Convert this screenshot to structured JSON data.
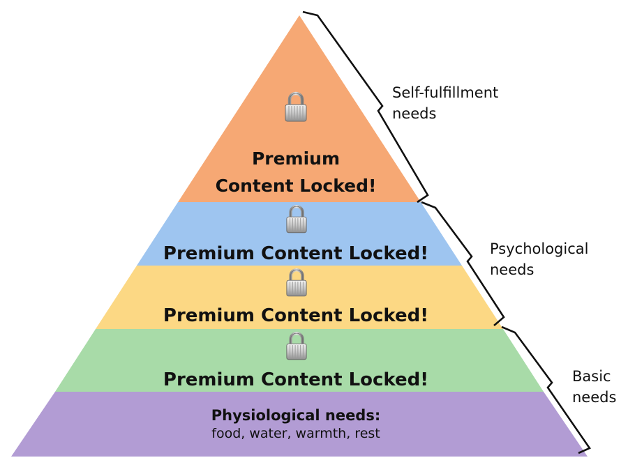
{
  "pyramid": {
    "levels": [
      {
        "id": "self-fulfillment",
        "color": "#F6A874",
        "text_line1": "Premium",
        "text_line2": "Content Locked!"
      },
      {
        "id": "esteem",
        "color": "#9EC5F0",
        "text": "Premium Content Locked!"
      },
      {
        "id": "belongingness",
        "color": "#FCD884",
        "text": "Premium Content Locked!"
      },
      {
        "id": "safety",
        "color": "#A8DBA8",
        "text": "Premium Content Locked!"
      },
      {
        "id": "physiological",
        "color": "#B29CD4",
        "title": "Physiological needs:",
        "subtitle": "food, water, warmth, rest"
      }
    ],
    "lock_icon": "padlock-icon"
  },
  "brackets": {
    "self_fulfillment": {
      "line1": "Self-fulfillment",
      "line2": "needs"
    },
    "psychological": {
      "line1": "Psychological",
      "line2": "needs"
    },
    "basic": {
      "line1": "Basic",
      "line2": "needs"
    }
  }
}
